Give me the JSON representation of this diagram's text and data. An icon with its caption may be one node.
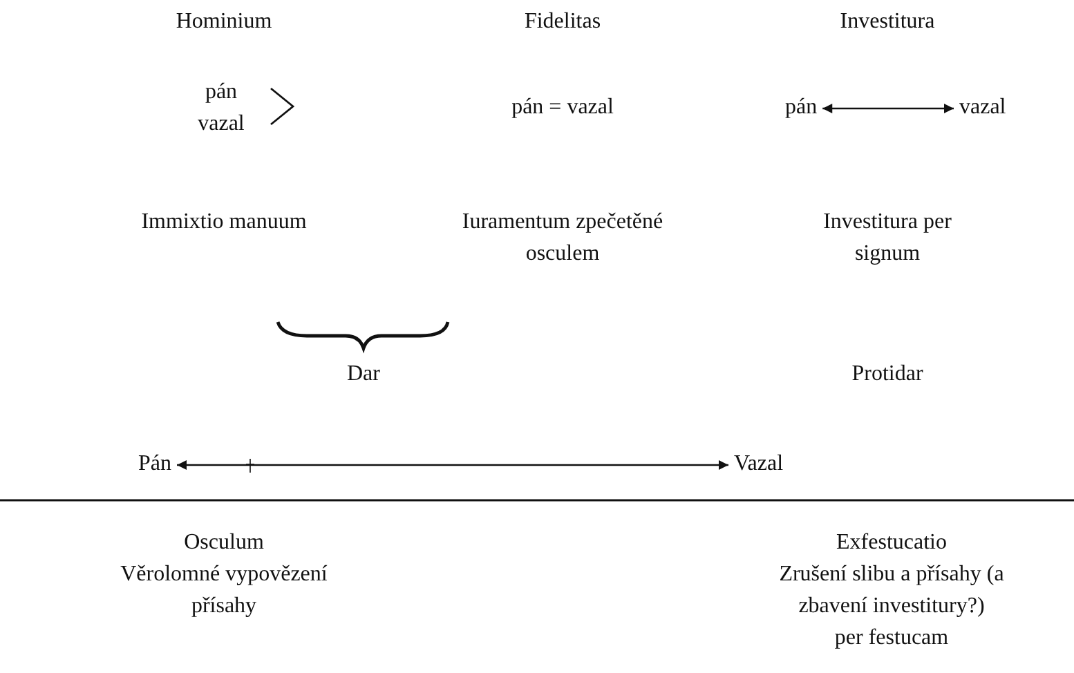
{
  "diagram": {
    "nodes": [
      {
        "text": [
          "pán"
        ]
      },
      {
        "text": [
          "vazal"
        ]
      },
      {
        "text": [
          "Pán"
        ]
      },
      {
        "text": [
          "Vazal"
        ]
      }
    ],
    "edges": [
      {
        "from": 0,
        "to": 1,
        "arrow": "both"
      },
      {
        "from": 2,
        "to": 3,
        "arrow": "both"
      }
    ],
    "labels": [
      "Hominium",
      "Fidelitas",
      "Investitura",
      "pán vazal",
      "pán = vazal",
      "Immixtio manuum",
      "Iuramentum zpečetěné osculem",
      "Investitura per signum",
      "Dar",
      "Protidar",
      "Osculum",
      "Věrolomné vypovězení přísahy",
      "Exfestucatio",
      "Zrušení slibu a přísahy (a zbavení investitury?)",
      "per festucam"
    ]
  }
}
